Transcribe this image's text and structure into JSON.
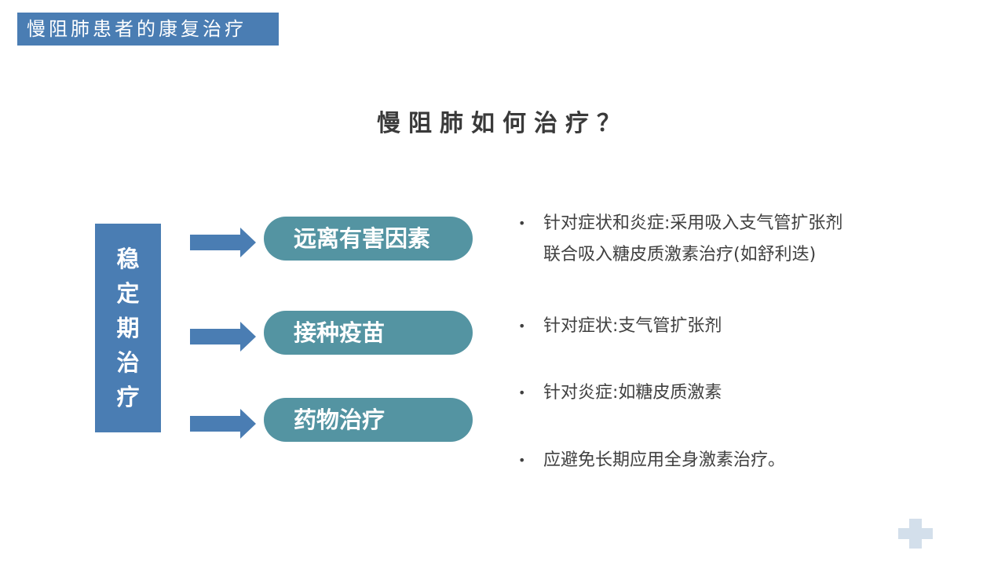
{
  "header": {
    "section_title": "慢阻肺患者的康复治疗"
  },
  "main": {
    "title": "慢阻肺如何治疗？",
    "stage": {
      "label_chars": [
        "稳",
        "定",
        "期",
        "治",
        "疗"
      ],
      "label": "稳定期治疗"
    },
    "branches": [
      {
        "label": "远离有害因素"
      },
      {
        "label": "接种疫苗"
      },
      {
        "label": "药物治疗"
      }
    ],
    "bullets": [
      {
        "marker": "•",
        "lines": [
          "针对症状和炎症:采用吸入支气管扩张剂",
          "联合吸入糖皮质激素治疗(如舒利迭)"
        ]
      },
      {
        "marker": "•",
        "lines": [
          "针对症状:支气管扩张剂"
        ]
      },
      {
        "marker": "•",
        "lines": [
          "针对炎症:如糖皮质激素"
        ]
      },
      {
        "marker": "•",
        "lines": [
          "应避免长期应用全身激素治疗。"
        ]
      }
    ]
  },
  "decorations": {
    "corner_icon": "plus-icon"
  },
  "colors": {
    "primary_blue": "#4a7db3",
    "teal": "#5494a2",
    "text_dark": "#404040",
    "plus_light": "#d3dfeb"
  }
}
